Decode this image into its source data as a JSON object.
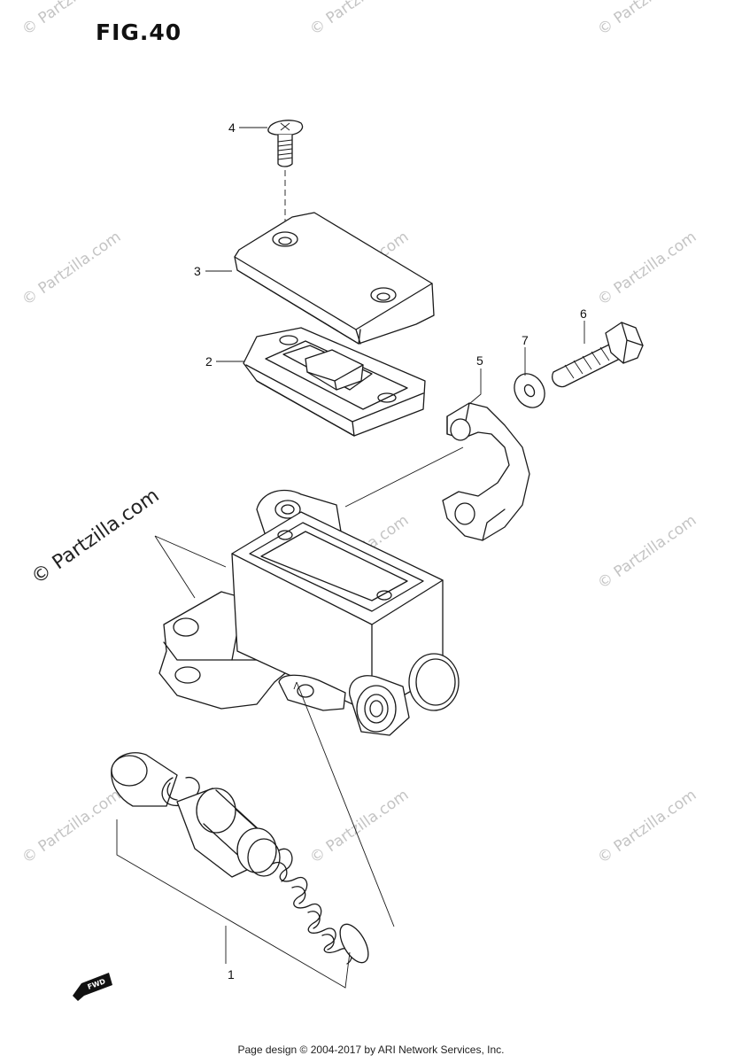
{
  "figure": {
    "title": "FIG.40"
  },
  "watermark": {
    "text": "© Partzilla.com",
    "color": "#c4c4c4",
    "featured_text": "© Partzilla.com"
  },
  "callouts": [
    {
      "id": "1",
      "label": "1"
    },
    {
      "id": "2",
      "label": "2"
    },
    {
      "id": "3",
      "label": "3"
    },
    {
      "id": "4",
      "label": "4"
    },
    {
      "id": "5",
      "label": "5"
    },
    {
      "id": "6",
      "label": "6"
    },
    {
      "id": "7",
      "label": "7"
    }
  ],
  "fwd_badge": {
    "text": "FWD"
  },
  "footer": {
    "text": "Page design © 2004-2017 by ARI Network Services, Inc."
  }
}
